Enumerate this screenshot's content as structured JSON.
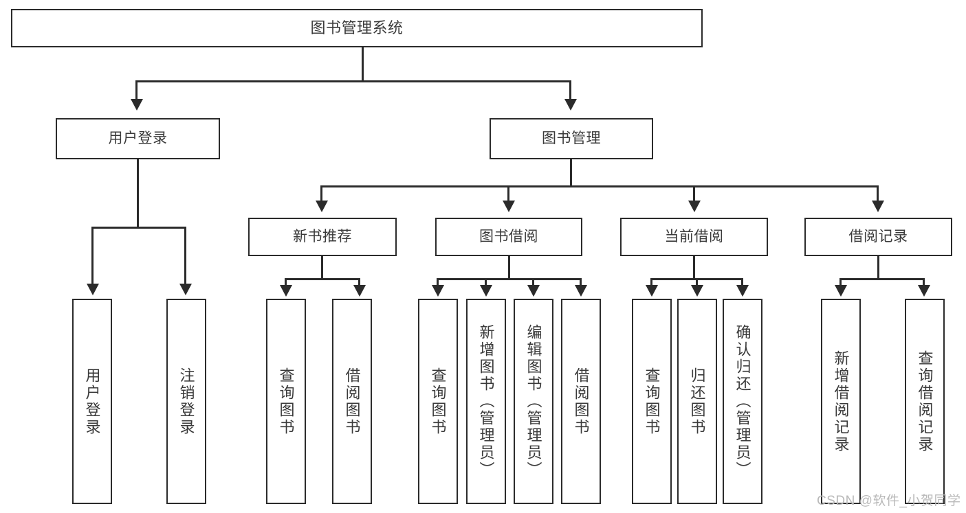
{
  "diagram": {
    "type": "tree",
    "title": "图书管理系统",
    "root": {
      "id": "root",
      "label": "图书管理系统"
    },
    "level2": [
      {
        "id": "user-login",
        "label": "用户登录"
      },
      {
        "id": "book-management",
        "label": "图书管理"
      }
    ],
    "level3": [
      {
        "id": "new-book-recommend",
        "label": "新书推荐",
        "parent": "book-management"
      },
      {
        "id": "book-borrow",
        "label": "图书借阅",
        "parent": "book-management"
      },
      {
        "id": "current-borrow",
        "label": "当前借阅",
        "parent": "book-management"
      },
      {
        "id": "borrow-record",
        "label": "借阅记录",
        "parent": "book-management"
      }
    ],
    "leaves": [
      {
        "id": "leaf-user-login",
        "label": "用户登录",
        "parent": "user-login"
      },
      {
        "id": "leaf-logout",
        "label": "注销登录",
        "parent": "user-login"
      },
      {
        "id": "leaf-query-book-1",
        "label": "查询图书",
        "parent": "new-book-recommend"
      },
      {
        "id": "leaf-borrow-book-1",
        "label": "借阅图书",
        "parent": "new-book-recommend"
      },
      {
        "id": "leaf-query-book-2",
        "label": "查询图书",
        "parent": "book-borrow"
      },
      {
        "id": "leaf-add-book",
        "label": "新增图书（管理员）",
        "parent": "book-borrow"
      },
      {
        "id": "leaf-edit-book",
        "label": "编辑图书（管理员）",
        "parent": "book-borrow"
      },
      {
        "id": "leaf-borrow-book-2",
        "label": "借阅图书",
        "parent": "book-borrow"
      },
      {
        "id": "leaf-query-book-3",
        "label": "查询图书",
        "parent": "current-borrow"
      },
      {
        "id": "leaf-return-book",
        "label": "归还图书",
        "parent": "current-borrow"
      },
      {
        "id": "leaf-confirm-return",
        "label": "确认归还（管理员）",
        "parent": "current-borrow"
      },
      {
        "id": "leaf-add-record",
        "label": "新增借阅记录",
        "parent": "borrow-record"
      },
      {
        "id": "leaf-query-record",
        "label": "查询借阅记录",
        "parent": "borrow-record"
      }
    ],
    "colors": {
      "border": "#2b2b2b",
      "text": "#3a3a3a",
      "background": "#ffffff",
      "watermark": "#b9b9b9"
    }
  },
  "watermark": {
    "text": "CSDN @软件_小贺同学"
  }
}
